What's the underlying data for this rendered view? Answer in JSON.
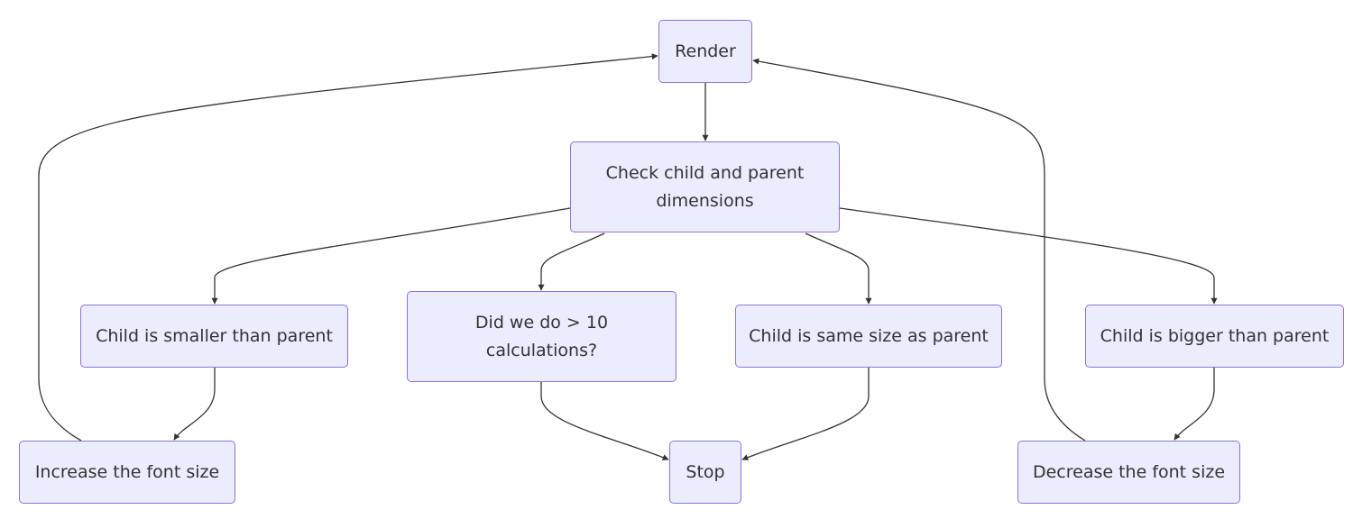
{
  "nodes": {
    "render": "Render",
    "check_line1": "Check child and parent",
    "check_line2": "dimensions",
    "smaller": "Child is smaller than parent",
    "calc_line1": "Did we do > 10",
    "calc_line2": "calculations?",
    "same": "Child is same size as parent",
    "bigger": "Child is bigger than parent",
    "increase": "Increase the font size",
    "stop": "Stop",
    "decrease": "Decrease the font size"
  },
  "edges": [
    {
      "from": "Render",
      "to": "Check child and parent dimensions"
    },
    {
      "from": "Check child and parent dimensions",
      "to": "Child is smaller than parent"
    },
    {
      "from": "Check child and parent dimensions",
      "to": "Did we do > 10 calculations?"
    },
    {
      "from": "Check child and parent dimensions",
      "to": "Child is same size as parent"
    },
    {
      "from": "Check child and parent dimensions",
      "to": "Child is bigger than parent"
    },
    {
      "from": "Child is smaller than parent",
      "to": "Increase the font size"
    },
    {
      "from": "Did we do > 10 calculations?",
      "to": "Stop"
    },
    {
      "from": "Child is same size as parent",
      "to": "Stop"
    },
    {
      "from": "Child is bigger than parent",
      "to": "Decrease the font size"
    },
    {
      "from": "Increase the font size",
      "to": "Render"
    },
    {
      "from": "Decrease the font size",
      "to": "Render"
    }
  ],
  "colors": {
    "node_fill": "#ECECFF",
    "node_border": "#9370DB",
    "edge": "#333333",
    "text": "#333333"
  }
}
